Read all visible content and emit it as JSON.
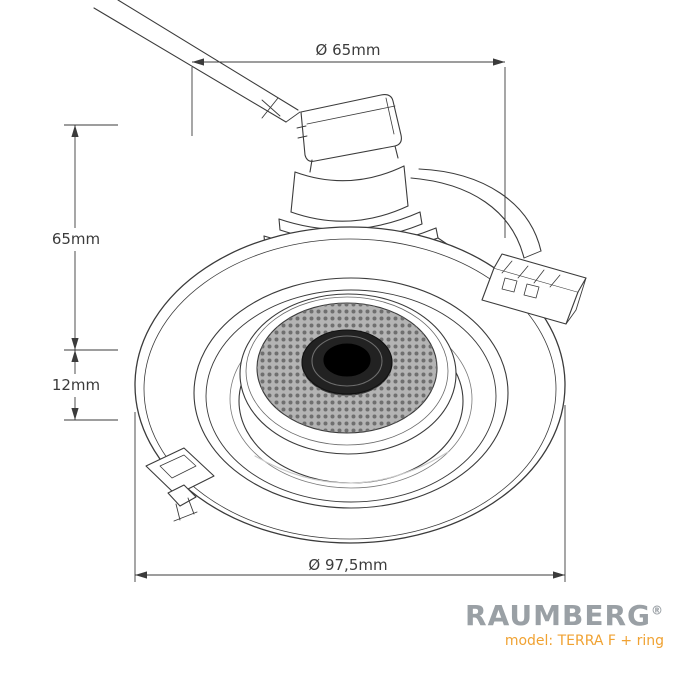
{
  "dimensions": {
    "top_diameter": "Ø 65mm",
    "body_height": "65mm",
    "ring_height": "12mm",
    "bottom_diameter": "Ø 97,5mm"
  },
  "branding": {
    "name": "RAUMBERG",
    "registered": "®",
    "model": "model: TERRA F + ring"
  },
  "colors": {
    "line": "#3b3b3b",
    "brand_gray": "#9aa0a5",
    "model_orange": "#f0a232",
    "background": "#ffffff"
  }
}
